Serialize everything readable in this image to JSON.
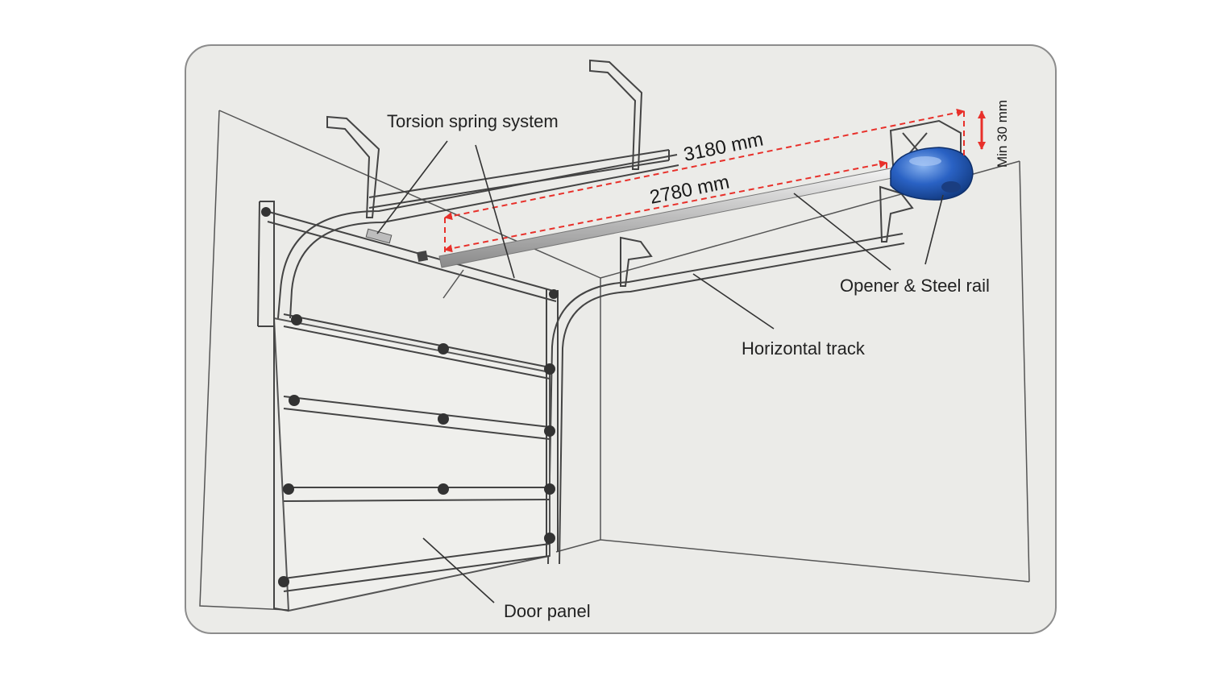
{
  "labels": {
    "torsion_spring": "Torsion spring system",
    "opener_rail": "Opener & Steel rail",
    "horizontal_track": "Horizontal track",
    "door_panel": "Door panel"
  },
  "dimensions": {
    "outer_length": "3180 mm",
    "inner_length": "2780 mm",
    "min_clearance": "Min 30 mm"
  },
  "colors": {
    "frame_bg": "#ebebe8",
    "opener_blue": "#2a62c4",
    "dimension_red": "#e8302a"
  }
}
